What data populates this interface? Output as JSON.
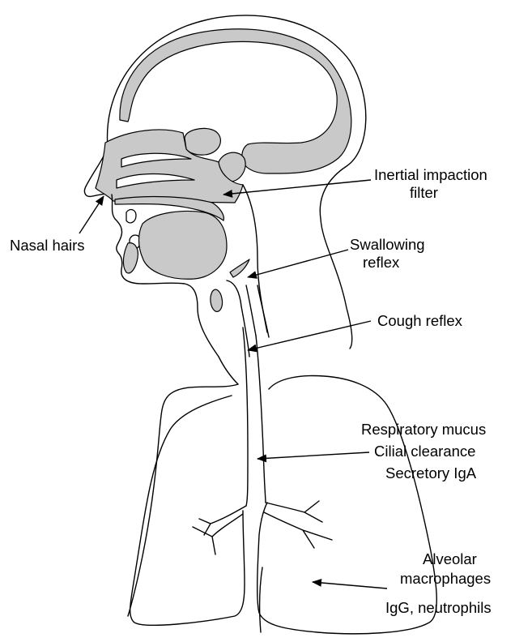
{
  "labels": {
    "inertial_1": "Inertial impaction",
    "inertial_2": "filter",
    "nasal_hairs": "Nasal hairs",
    "swallowing_1": "Swallowing",
    "swallowing_2": "reflex",
    "cough": "Cough reflex",
    "mucus": "Respiratory mucus",
    "cilial": "Cilial clearance",
    "iga": "Secretory IgA",
    "alveolar_1": "Alveolar",
    "alveolar_2": "macrophages",
    "igg": "IgG, neutrophils"
  },
  "colors": {
    "tissue_fill": "#c9c9c9",
    "outline": "#000000",
    "background": "#ffffff"
  }
}
